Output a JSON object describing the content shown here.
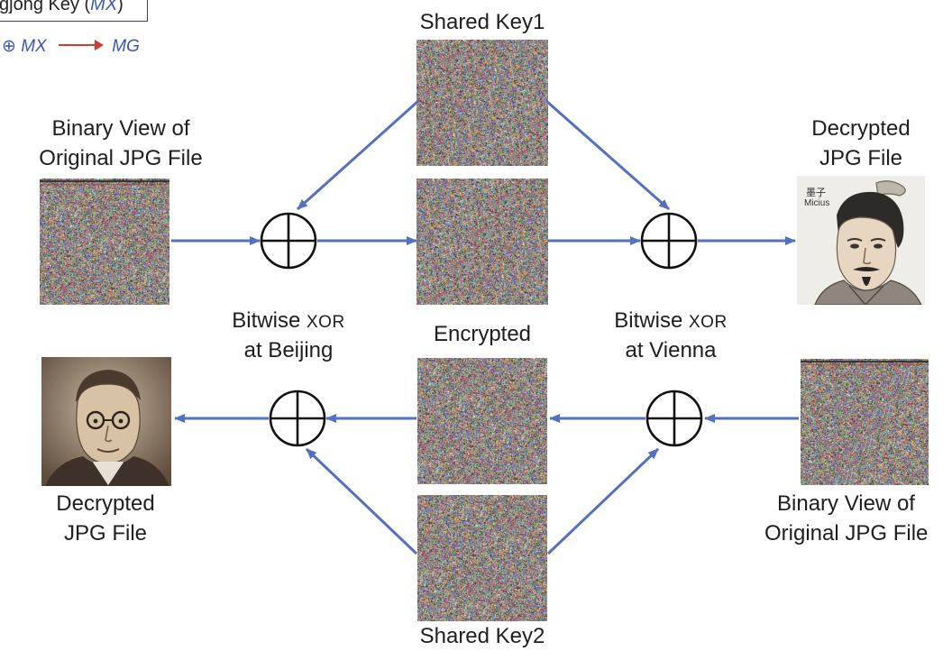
{
  "legend": {
    "key_prefix": "gjong Key (",
    "key_symbol": "MX",
    "key_suffix": ")",
    "xor_glyph": "⊕",
    "from": "MX",
    "to": "MG"
  },
  "labels": {
    "shared_key1": "Shared Key1",
    "shared_key2": "Shared Key2",
    "binary_view_left_1": "Binary View of",
    "binary_view_left_2": "Original JPG File",
    "binary_view_right_1": "Binary View of",
    "binary_view_right_2": "Original JPG File",
    "decrypted_right_1": "Decrypted",
    "decrypted_right_2": "JPG File",
    "decrypted_left_1": "Decrypted",
    "decrypted_left_2": "JPG File",
    "encrypted": "Encrypted",
    "xor_beijing_word": "Bitwise",
    "xor_beijing_op": "XOR",
    "xor_beijing_place": "at Beijing",
    "xor_vienna_word": "Bitwise",
    "xor_vienna_op": "XOR",
    "xor_vienna_place": "at Vienna",
    "portrait_caption_top": "墨子",
    "portrait_caption_bottom": "Micius"
  },
  "colors": {
    "arrow": "#5470c0",
    "legend_text": "#3a55b4",
    "legend_arrow": "#d23a2f",
    "xor_stroke": "#111111"
  }
}
